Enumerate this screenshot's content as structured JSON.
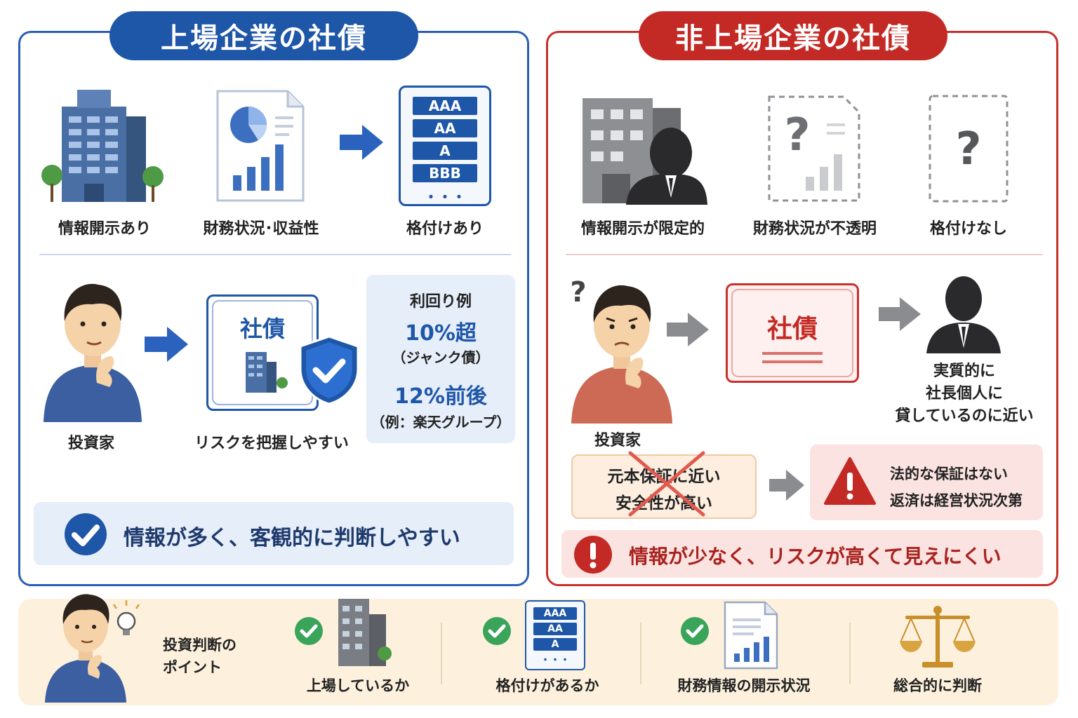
{
  "left_panel": {
    "title": "上場企業の社債",
    "row1": {
      "item1_label": "情報開示あり",
      "item2_label": "財務状況･収益性",
      "item3_label": "格付けあり",
      "ratings": [
        "AAA",
        "AA",
        "A",
        "BBB",
        "・・・"
      ]
    },
    "row2": {
      "investor_label": "投資家",
      "bond_title": "社債",
      "bond_label": "リスクを把握しやすい",
      "yield_box": {
        "title": "利回り例",
        "value1": "10%超",
        "note1": "（ジャンク債）",
        "value2": "12%前後",
        "note2": "（例：楽天グループ）"
      }
    },
    "summary": "情報が多く、客観的に判断しやすい"
  },
  "right_panel": {
    "title": "非上場企業の社債",
    "row1": {
      "item1_label": "情報開示が限定的",
      "item2_label": "財務状況が不透明",
      "item3_label": "格付けなし"
    },
    "row2": {
      "investor_label": "投資家",
      "bond_title": "社債",
      "ceo_lines": [
        "実質的に",
        "社長個人に",
        "貸しているのに近い"
      ]
    },
    "misconception_lines": [
      "元本保証に近い",
      "安全性が高い"
    ],
    "warning_lines": [
      "法的な保証はない",
      "返済は経営状況次第"
    ],
    "summary": "情報が少なく、リスクが高くて見えにくい"
  },
  "bottom": {
    "points_label_lines": [
      "投資判断の",
      "ポイント"
    ],
    "check1": "上場しているか",
    "check2": "格付けがあるか",
    "check2_ratings": [
      "AAA",
      "AA",
      "A",
      "・・・"
    ],
    "check3": "財務情報の開示状況",
    "check4": "総合的に判断"
  },
  "colors": {
    "blue": "#1e56a8",
    "red": "#c42a25",
    "light_blue": "#e6eefa",
    "light_red": "#fbe3e1",
    "cream": "#fdf1dd",
    "green_check": "#3aa55a",
    "gold": "#c98f2a"
  }
}
